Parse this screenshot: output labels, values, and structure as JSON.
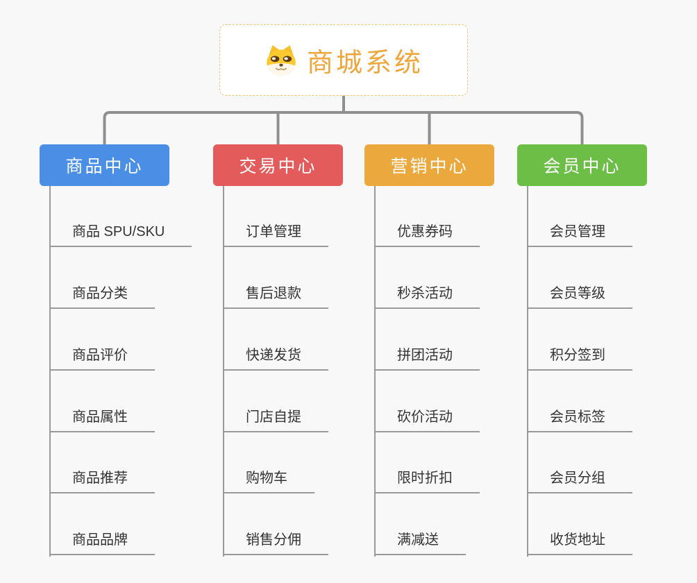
{
  "page": {
    "background_color": "#f8f8f8"
  },
  "root": {
    "title": "商城系统",
    "title_color": "#efa63c",
    "border_color": "#f2c579",
    "icon": "dog-face-icon"
  },
  "connectors": {
    "bus_color": "#8f8f8f",
    "branch_line_color": "#999999"
  },
  "branches": [
    {
      "label": "商品中心",
      "color": "#4a8ee6",
      "items": [
        "商品 SPU/SKU",
        "商品分类",
        "商品评价",
        "商品属性",
        "商品推荐",
        "商品品牌"
      ]
    },
    {
      "label": "交易中心",
      "color": "#e45b5b",
      "items": [
        "订单管理",
        "售后退款",
        "快递发货",
        "门店自提",
        "购物车",
        "销售分佣"
      ]
    },
    {
      "label": "营销中心",
      "color": "#eba93d",
      "items": [
        "优惠券码",
        "秒杀活动",
        "拼团活动",
        "砍价活动",
        "限时折扣",
        "满减送"
      ]
    },
    {
      "label": "会员中心",
      "color": "#6cbe47",
      "items": [
        "会员管理",
        "会员等级",
        "积分签到",
        "会员标签",
        "会员分组",
        "收货地址"
      ]
    }
  ]
}
